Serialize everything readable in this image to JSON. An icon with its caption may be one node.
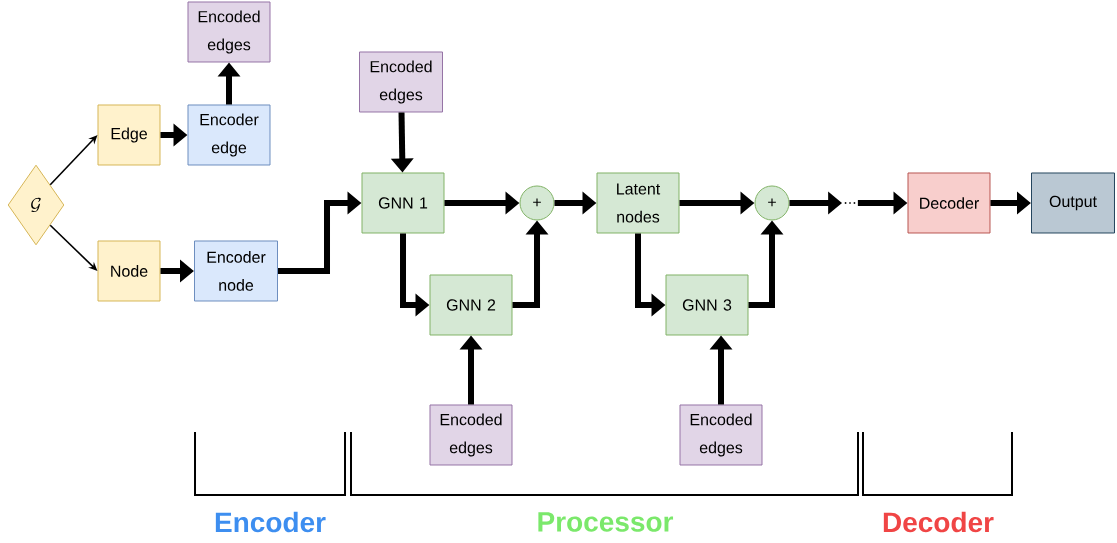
{
  "diagram": {
    "nodes": [
      {
        "text": [
          "\\mathcal{G}"
        ]
      },
      {
        "text": [
          "Edge"
        ]
      },
      {
        "text": [
          "Encoder edge"
        ]
      },
      {
        "text": [
          "Encoded edges"
        ]
      },
      {
        "text": [
          "Node"
        ]
      },
      {
        "text": [
          "Encoder node"
        ]
      },
      {
        "text": [
          "Encoded edges"
        ]
      },
      {
        "text": [
          "GNN 1"
        ]
      },
      {
        "text": [
          "+"
        ]
      },
      {
        "text": [
          "GNN 2"
        ]
      },
      {
        "text": [
          "Encoded edges"
        ]
      },
      {
        "text": [
          "Latent nodes"
        ]
      },
      {
        "text": [
          "+"
        ]
      },
      {
        "text": [
          "GNN 3"
        ]
      },
      {
        "text": [
          "Encoded edges"
        ]
      },
      {
        "text": [
          "..."
        ]
      },
      {
        "text": [
          "Decoder"
        ]
      },
      {
        "text": [
          "Output"
        ]
      }
    ],
    "edges": [
      {
        "from": 0,
        "to": 1,
        "arrow": "to"
      },
      {
        "from": 0,
        "to": 4,
        "arrow": "to"
      },
      {
        "from": 1,
        "to": 2,
        "arrow": "to"
      },
      {
        "from": 2,
        "to": 3,
        "arrow": "to"
      },
      {
        "from": 4,
        "to": 5,
        "arrow": "to"
      },
      {
        "from": 5,
        "to": 7,
        "arrow": "to"
      },
      {
        "from": 6,
        "to": 7,
        "arrow": "to"
      },
      {
        "from": 7,
        "to": 8,
        "arrow": "to"
      },
      {
        "from": 7,
        "to": 9,
        "arrow": "to"
      },
      {
        "from": 10,
        "to": 9,
        "arrow": "to"
      },
      {
        "from": 9,
        "to": 8,
        "arrow": "to"
      },
      {
        "from": 8,
        "to": 11,
        "arrow": "to"
      },
      {
        "from": 11,
        "to": 12,
        "arrow": "to"
      },
      {
        "from": 11,
        "to": 13,
        "arrow": "to"
      },
      {
        "from": 14,
        "to": 13,
        "arrow": "to"
      },
      {
        "from": 13,
        "to": 12,
        "arrow": "to"
      },
      {
        "from": 12,
        "to": 15,
        "arrow": "to"
      },
      {
        "from": 15,
        "to": 16,
        "arrow": "to"
      },
      {
        "from": 16,
        "to": 17,
        "arrow": "to"
      }
    ],
    "labels": [
      "Encoder",
      "Processor",
      "Decoder"
    ]
  }
}
